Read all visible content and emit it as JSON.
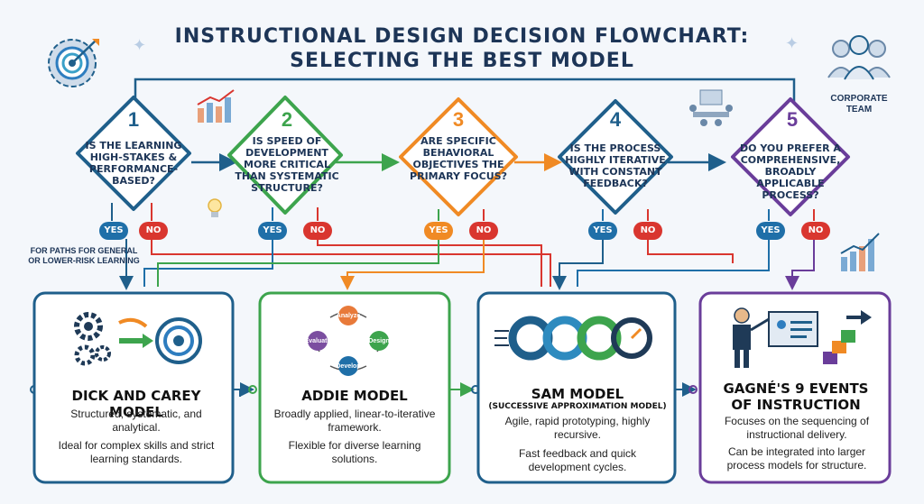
{
  "title": {
    "line1": "INSTRUCTIONAL DESIGN DECISION FLOWCHART:",
    "line2": "SELECTING THE BEST MODEL"
  },
  "corner_label": "CORPORATE TEAM",
  "decisions": [
    {
      "num": "1",
      "question": "IS THE LEARNING HIGH-STAKES & PERFORMANCE-BASED?",
      "color": "#1f5f8b",
      "yes": "YES",
      "no": "NO"
    },
    {
      "num": "2",
      "question": "IS SPEED OF DEVELOPMENT MORE CRITICAL THAN SYSTEMATIC STRUCTURE?",
      "color": "#3da44d",
      "yes": "YES",
      "no": "NO"
    },
    {
      "num": "3",
      "question": "ARE SPECIFIC BEHAVIORAL OBJECTIVES THE PRIMARY FOCUS?",
      "color": "#f08a24",
      "yes": "YES",
      "no": "NO"
    },
    {
      "num": "4",
      "question": "IS THE PROCESS HIGHLY ITERATIVE WITH CONSTANT FEEDBACK?",
      "color": "#1f5f8b",
      "yes": "YES",
      "no": "NO"
    },
    {
      "num": "5",
      "question": "DO YOU PREFER A COMPREHENSIVE, BROADLY APPLICABLE PROCESS?",
      "color": "#6a3d9a",
      "yes": "YES",
      "no": "NO"
    }
  ],
  "yes_color": "#1f6fa8",
  "no_color": "#d9362f",
  "note": "FOR PATHS FOR GENERAL OR LOWER-RISK LEARNING",
  "models": [
    {
      "name": "DICK AND CAREY MODEL",
      "subtitle": "",
      "desc1": "Structured, systematic, and analytical.",
      "desc2": "Ideal for complex skills and strict learning standards.",
      "color": "#1f5f8b"
    },
    {
      "name": "ADDIE MODEL",
      "subtitle": "",
      "desc1": "Broadly applied, linear-to-iterative framework.",
      "desc2": "Flexible for diverse learning solutions.",
      "color": "#3da44d"
    },
    {
      "name": "SAM MODEL",
      "subtitle": "(SUCCESSIVE APPROXIMATION MODEL)",
      "desc1": "Agile, rapid prototyping, highly recursive.",
      "desc2": "Fast feedback and quick development cycles.",
      "color": "#1f5f8b"
    },
    {
      "name": "GAGNÉ'S 9 EVENTS OF INSTRUCTION",
      "subtitle": "",
      "desc1": "Focuses on the sequencing of instructional delivery.",
      "desc2": "Can be integrated into larger process models for structure.",
      "color": "#6a3d9a"
    }
  ],
  "addie_cycle": [
    "Analyze",
    "Design",
    "Develop",
    "Evaluate"
  ]
}
